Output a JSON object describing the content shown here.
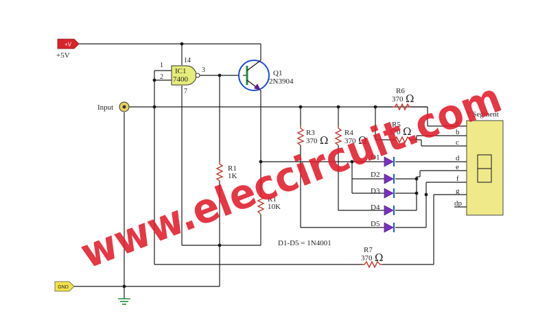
{
  "power": {
    "vplus_tag": "+V",
    "vplus_label": "+5V",
    "gnd_tag": "GND"
  },
  "input_label": "Input",
  "ic1": {
    "name": "IC1",
    "part": "7400",
    "pin1": "1",
    "pin2": "2",
    "pin3": "3",
    "pin14": "14",
    "pin7": "7"
  },
  "q1": {
    "name": "Q1",
    "part": "2N3904"
  },
  "resistors": {
    "r1a": {
      "name": "R1",
      "value": "1K"
    },
    "r1b": {
      "name": "R1",
      "value": "10K"
    },
    "r3": {
      "name": "R3",
      "value": "370"
    },
    "r4": {
      "name": "R4",
      "value": "370"
    },
    "r5": {
      "name": "R5",
      "value": "370"
    },
    "r6": {
      "name": "R6",
      "value": "370"
    },
    "r7": {
      "name": "R7",
      "value": "370"
    },
    "ohm": "Ω"
  },
  "diodes": [
    "D1",
    "D2",
    "D3",
    "D4",
    "D5"
  ],
  "diode_note": "D1-D5 = 1N4001",
  "segment": {
    "title": "7 Segment",
    "pins": [
      "a",
      "b",
      "c",
      "d",
      "e",
      "f",
      "g",
      "dp"
    ]
  },
  "colors": {
    "vplus_tag": "#d9232b",
    "gnd_tag": "#f3e14c",
    "ic_body": "#e6ec7a",
    "display": "#efe98a",
    "watermark": "#e11b2a",
    "ground_symbol": "#1f8a3a"
  },
  "watermark": "www.eleccircuit.com"
}
